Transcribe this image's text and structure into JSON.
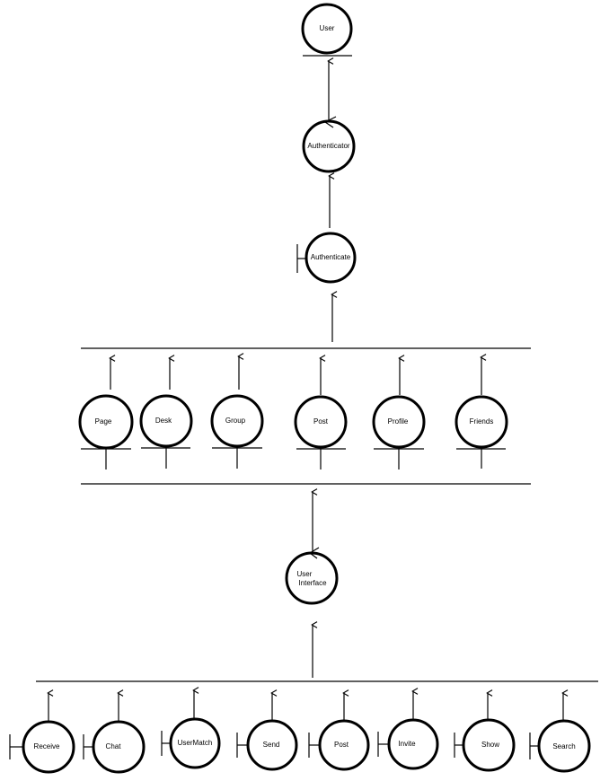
{
  "diagram": {
    "colors": {
      "stroke": "#000000",
      "background": "#ffffff"
    },
    "nodes": [
      {
        "id": "user",
        "label": [
          "User"
        ],
        "kind": "entity"
      },
      {
        "id": "authenticator",
        "label": [
          "Authenticator"
        ],
        "kind": "control"
      },
      {
        "id": "authenticate",
        "label": [
          "Authenticate"
        ],
        "kind": "boundary"
      },
      {
        "id": "page",
        "label": [
          "Page"
        ],
        "kind": "entity-boundary"
      },
      {
        "id": "desk",
        "label": [
          "Desk"
        ],
        "kind": "entity-boundary"
      },
      {
        "id": "group",
        "label": [
          "Group"
        ],
        "kind": "entity-boundary"
      },
      {
        "id": "post-mid",
        "label": [
          "Post"
        ],
        "kind": "entity-boundary"
      },
      {
        "id": "profile",
        "label": [
          "Profile"
        ],
        "kind": "entity-boundary"
      },
      {
        "id": "friends",
        "label": [
          "Friends"
        ],
        "kind": "entity-boundary"
      },
      {
        "id": "user-interface",
        "label": [
          "User",
          "Interface"
        ],
        "kind": "control"
      },
      {
        "id": "receive",
        "label": [
          "Receive"
        ],
        "kind": "boundary"
      },
      {
        "id": "chat",
        "label": [
          "Chat"
        ],
        "kind": "boundary"
      },
      {
        "id": "usermatch",
        "label": [
          "UserMatch"
        ],
        "kind": "boundary"
      },
      {
        "id": "send",
        "label": [
          "Send"
        ],
        "kind": "boundary"
      },
      {
        "id": "post-bottom",
        "label": [
          "Post"
        ],
        "kind": "boundary"
      },
      {
        "id": "invite",
        "label": [
          "Invite"
        ],
        "kind": "boundary"
      },
      {
        "id": "show",
        "label": [
          "Show"
        ],
        "kind": "boundary"
      },
      {
        "id": "search",
        "label": [
          "Search"
        ],
        "kind": "boundary"
      }
    ]
  }
}
